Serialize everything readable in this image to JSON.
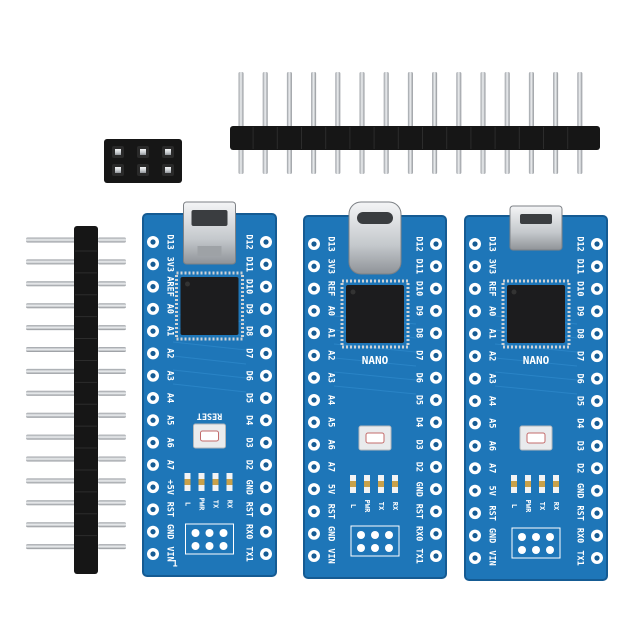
{
  "colors": {
    "pcb": "#1e76b8",
    "pcb_dark": "#155b93",
    "pad": "#d9dde0",
    "chip": "#1c1c1e",
    "header_plastic": "#161616",
    "pin": "#c9ccd0"
  },
  "boards": [
    {
      "connector": "mini-usb",
      "left_labels": [
        "D13",
        "3V3",
        "AREF",
        "A0",
        "A1",
        "A2",
        "A3",
        "A4",
        "A5",
        "A6",
        "A7",
        "+5V",
        "RST",
        "GND",
        "VIN"
      ],
      "right_labels": [
        "D12",
        "D11",
        "D10",
        "D9",
        "D8",
        "D7",
        "D6",
        "D5",
        "D4",
        "D3",
        "D2",
        "GND",
        "RST",
        "RX0",
        "TX1"
      ],
      "chip_label": "",
      "button_label": "RESET",
      "led_labels": [
        "L",
        "PWR",
        "TX",
        "RX"
      ],
      "pin1_marker": "1"
    },
    {
      "connector": "usb-c",
      "left_labels": [
        "D13",
        "3V3",
        "REF",
        "A0",
        "A1",
        "A2",
        "A3",
        "A4",
        "A5",
        "A6",
        "A7",
        "5V",
        "RST",
        "GND",
        "VIN"
      ],
      "right_labels": [
        "D12",
        "D11",
        "D10",
        "D9",
        "D8",
        "D7",
        "D6",
        "D5",
        "D4",
        "D3",
        "D2",
        "GND",
        "RST",
        "RX0",
        "TX1"
      ],
      "chip_label": "NANO",
      "button_label": "",
      "led_labels": [
        "L",
        "PWR",
        "TX",
        "RX"
      ],
      "pin1_marker": ""
    },
    {
      "connector": "micro-usb",
      "left_labels": [
        "D13",
        "3V3",
        "REF",
        "A0",
        "A1",
        "A2",
        "A3",
        "A4",
        "A5",
        "A6",
        "A7",
        "5V",
        "RST",
        "GND",
        "VIN"
      ],
      "right_labels": [
        "D12",
        "D11",
        "D10",
        "D9",
        "D8",
        "D7",
        "D6",
        "D5",
        "D4",
        "D3",
        "D2",
        "GND",
        "RST",
        "RX0",
        "TX1"
      ],
      "chip_label": "NANO",
      "button_label": "",
      "led_labels": [
        "L",
        "PWR",
        "TX",
        "RX"
      ],
      "pin1_marker": ""
    }
  ]
}
